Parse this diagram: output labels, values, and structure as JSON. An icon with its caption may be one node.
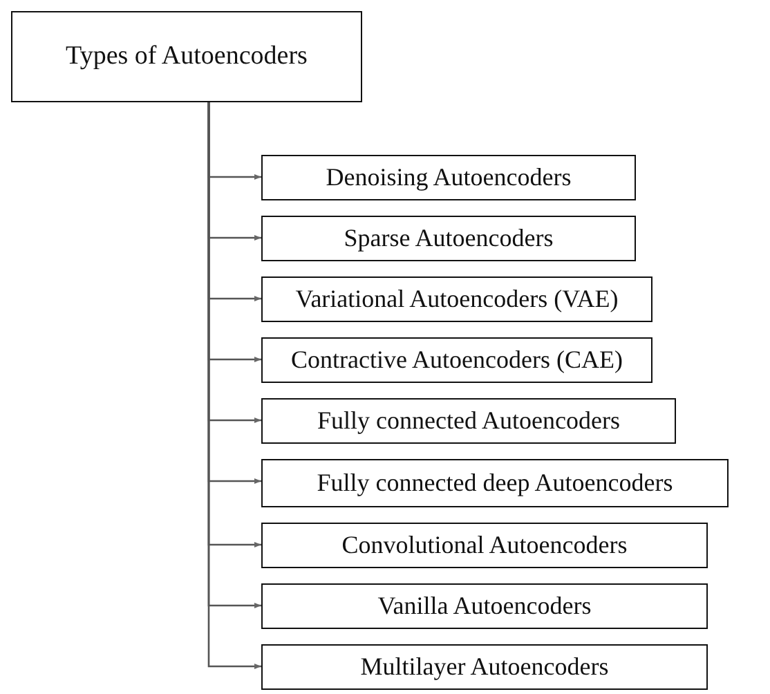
{
  "diagram": {
    "nodes": [
      {
        "text": [
          "Types of Autoencoders"
        ]
      },
      {
        "text": [
          "Denoising Autoencoders"
        ]
      },
      {
        "text": [
          "Sparse Autoencoders"
        ]
      },
      {
        "text": [
          "Variational Autoencoders (VAE)"
        ]
      },
      {
        "text": [
          "Contractive Autoencoders (CAE)"
        ]
      },
      {
        "text": [
          "Fully connected Autoencoders"
        ]
      },
      {
        "text": [
          "Fully connected deep Autoencoders"
        ]
      },
      {
        "text": [
          "Convolutional Autoencoders"
        ]
      },
      {
        "text": [
          "Vanilla Autoencoders"
        ]
      },
      {
        "text": [
          "Multilayer Autoencoders"
        ]
      }
    ],
    "edges": [
      {
        "from": 0,
        "to": 1,
        "arrow": "to"
      },
      {
        "from": 0,
        "to": 2,
        "arrow": "to"
      },
      {
        "from": 0,
        "to": 3,
        "arrow": "to"
      },
      {
        "from": 0,
        "to": 4,
        "arrow": "to"
      },
      {
        "from": 0,
        "to": 5,
        "arrow": "to"
      },
      {
        "from": 0,
        "to": 6,
        "arrow": "to"
      },
      {
        "from": 0,
        "to": 7,
        "arrow": "to"
      },
      {
        "from": 0,
        "to": 8,
        "arrow": "to"
      },
      {
        "from": 0,
        "to": 9,
        "arrow": "to"
      }
    ]
  }
}
